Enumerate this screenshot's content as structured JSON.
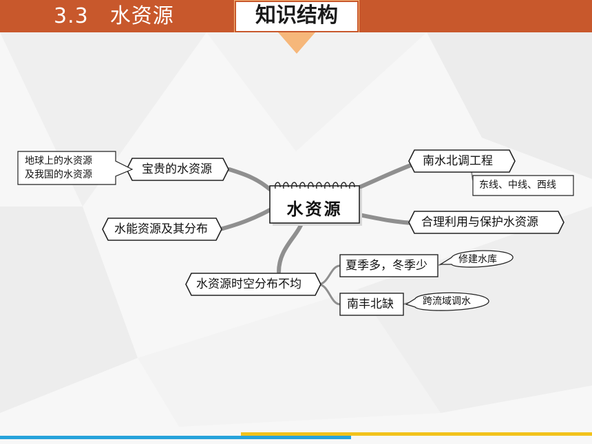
{
  "header": {
    "title": "3.3　水资源",
    "tab_label": "知识结构",
    "background_color": "#c8582c"
  },
  "diagram": {
    "center": "水资源",
    "nodes": {
      "precious": "宝贵的水资源",
      "precious_note_line1": "地球上的水资源",
      "precious_note_line2": "及我国的水资源",
      "hydropower": "水能资源及其分布",
      "uneven": "水资源时空分布不均",
      "summer_winter": "夏季多，冬季少",
      "reservoir": "修建水库",
      "south_north": "南丰北缺",
      "cross_basin": "跨流域调水",
      "diversion": "南水北调工程",
      "routes": "东线、中线、西线",
      "rational_use": "合理利用与保护水资源"
    }
  }
}
